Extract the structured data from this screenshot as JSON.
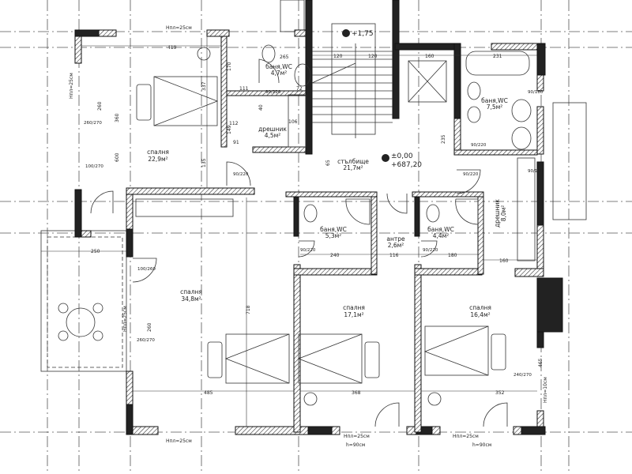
{
  "rooms": {
    "bedroom_top_left": {
      "name": "спалня",
      "area": "22,9м²"
    },
    "bath_top": {
      "name": "баня,WC",
      "area": "4,7м²"
    },
    "closet_top": {
      "name": "дрешник",
      "area": "4,5м²"
    },
    "stairs": {
      "name": "стълбище",
      "area": "21,7м²"
    },
    "bath_right": {
      "name": "баня,WC",
      "area": "7,5м²"
    },
    "closet_right": {
      "name": "дрешник",
      "area": "8,0м²"
    },
    "bath_center": {
      "name": "баня,WC",
      "area": "5,3м²"
    },
    "hall": {
      "name": "антре",
      "area": "2,6м²"
    },
    "bath_center_right": {
      "name": "баня,WC",
      "area": "4,4м²"
    },
    "bedroom_large": {
      "name": "спалня",
      "area": "34,8м²"
    },
    "bedroom_middle": {
      "name": "спалня",
      "area": "17,1м²"
    },
    "bedroom_right": {
      "name": "спалня",
      "area": "16,4м²"
    }
  },
  "levels": {
    "landing": "+1,75",
    "floor_rel": "±0,00",
    "floor_abs": "+687,20"
  },
  "sill_notes": {
    "top": "Нпл=25см",
    "left": "Нпл=25см",
    "balcony": "Нпл=25см",
    "bottom_left": "Нпл=25см",
    "bottom_mid": "Нпл=25см",
    "bottom_right": "Нпл=25см",
    "right": "Нпл=10см",
    "rail_mid": "h=90см",
    "rail_right": "h=90см"
  },
  "dimensions": [
    "419",
    "265",
    "111",
    "72",
    "112",
    "106",
    "91",
    "337",
    "600",
    "135",
    "120",
    "120",
    "160",
    "231",
    "235",
    "65",
    "250",
    "485",
    "368",
    "352",
    "718",
    "240",
    "116",
    "180",
    "160",
    "260",
    "360",
    "260",
    "465",
    "170",
    "149",
    "40"
  ],
  "openings": [
    "260/270",
    "100/270",
    "100/260",
    "260/270",
    "90/220",
    "90/220",
    "90/220",
    "90/220",
    "90/180",
    "90/180",
    "240/270",
    "90/220",
    "90/220"
  ],
  "colors": {
    "lines": "#222222",
    "walls": "#111111",
    "background": "#ffffff"
  }
}
